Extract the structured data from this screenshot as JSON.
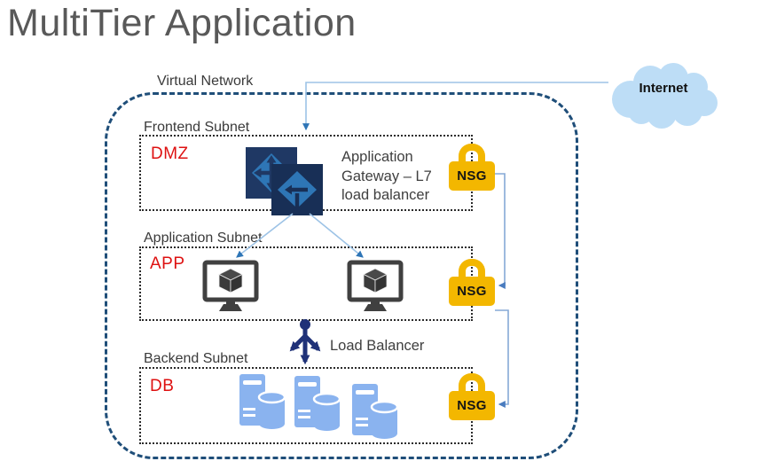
{
  "title": "MultiTier Application",
  "diagram": {
    "vnet": {
      "label": "Virtual Network"
    },
    "internet": {
      "label": "Internet"
    },
    "subnets": [
      {
        "id": "frontend",
        "label": "Frontend Subnet",
        "tag": "DMZ",
        "nsg_label": "NSG"
      },
      {
        "id": "application",
        "label": "Application Subnet",
        "tag": "APP",
        "nsg_label": "NSG"
      },
      {
        "id": "backend",
        "label": "Backend Subnet",
        "tag": "DB",
        "nsg_label": "NSG"
      }
    ],
    "app_gateway_caption": [
      "Application",
      "Gateway – L7",
      "load balancer"
    ],
    "load_balancer": {
      "label": "Load Balancer"
    }
  },
  "icons": {
    "internet": "cloud-icon",
    "app_gateway": "application-gateway-icon",
    "nsg": "padlock-icon",
    "vm": "virtual-machine-monitor-icon",
    "load_balancer": "load-balancer-arrows-icon",
    "database": "database-server-icon"
  },
  "colors": {
    "title_text": "#595959",
    "vnet_border": "#1F4E79",
    "subnet_border": "#2b2b2b",
    "tag_red": "#DE1111",
    "caption_text": "#3F3F3F",
    "nsg_gold": "#F3B700",
    "gateway_navy": "#1F3864",
    "gateway_blue": "#2E76B6",
    "vm_gray": "#404040",
    "db_blue": "#8AB3EF",
    "lb_navy": "#1F3178",
    "cloud_blue": "#BDDDF6",
    "connector_blue": "#9DC3E6"
  }
}
